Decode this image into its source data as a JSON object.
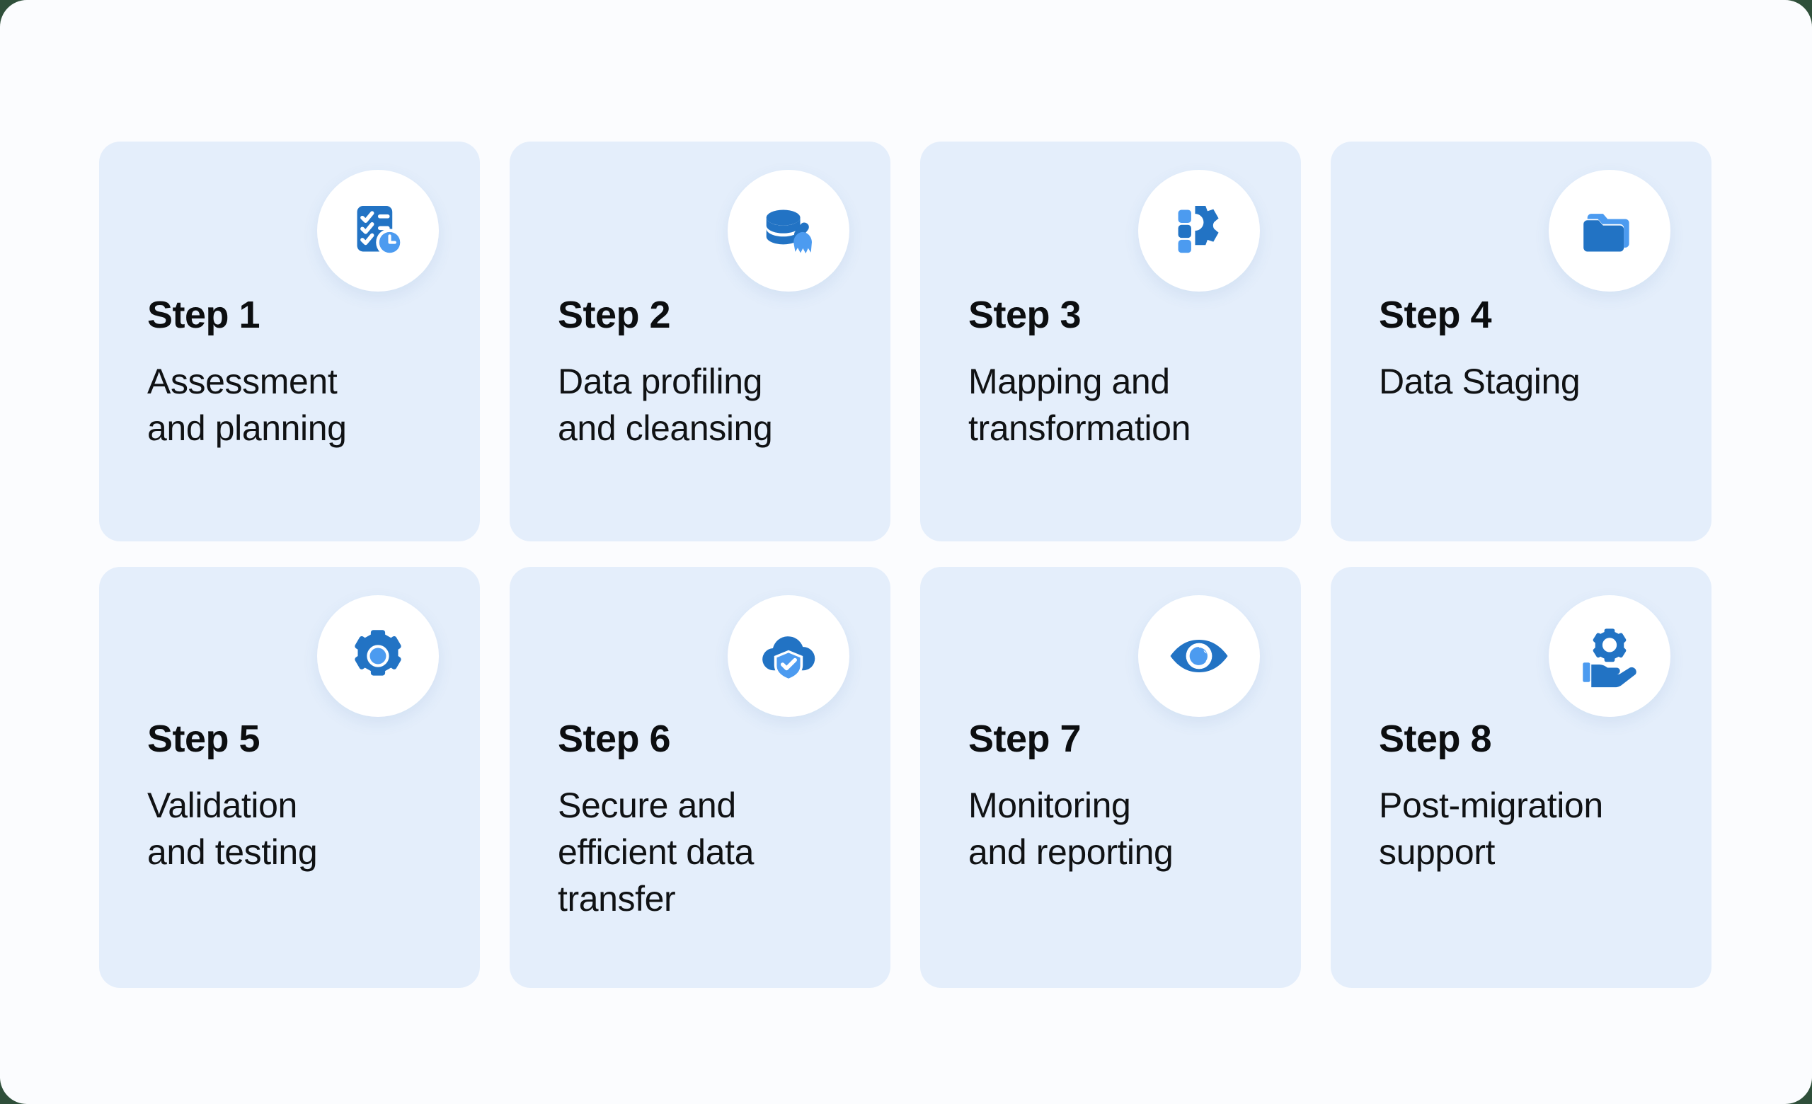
{
  "colors": {
    "page_background": "#fbfcfe",
    "card_background": "#e4eefb",
    "badge_background": "#ffffff",
    "icon_primary": "#2273c4",
    "icon_secondary": "#4c9bf0",
    "title_text": "#0c0e10",
    "body_text": "#101214"
  },
  "cards": [
    {
      "title": "Step 1",
      "description": "Assessment\nand planning",
      "icon": "checklist-clock-icon",
      "name": "step-card-1"
    },
    {
      "title": "Step 2",
      "description": "Data profiling\nand cleansing",
      "icon": "database-broom-icon",
      "name": "step-card-2"
    },
    {
      "title": "Step 3",
      "description": "Mapping and\ntransformation",
      "icon": "blocks-gear-icon",
      "name": "step-card-3"
    },
    {
      "title": "Step 4",
      "description": "Data Staging",
      "icon": "folders-icon",
      "name": "step-card-4"
    },
    {
      "title": "Step 5",
      "description": "Validation\nand testing",
      "icon": "gear-icon",
      "name": "step-card-5"
    },
    {
      "title": "Step 6",
      "description": "Secure and\nefficient data\ntransfer",
      "icon": "cloud-shield-check-icon",
      "name": "step-card-6"
    },
    {
      "title": "Step 7",
      "description": "Monitoring\nand reporting",
      "icon": "eye-icon",
      "name": "step-card-7"
    },
    {
      "title": "Step 8",
      "description": "Post-migration\nsupport",
      "icon": "hand-gear-support-icon",
      "name": "step-card-8"
    }
  ]
}
